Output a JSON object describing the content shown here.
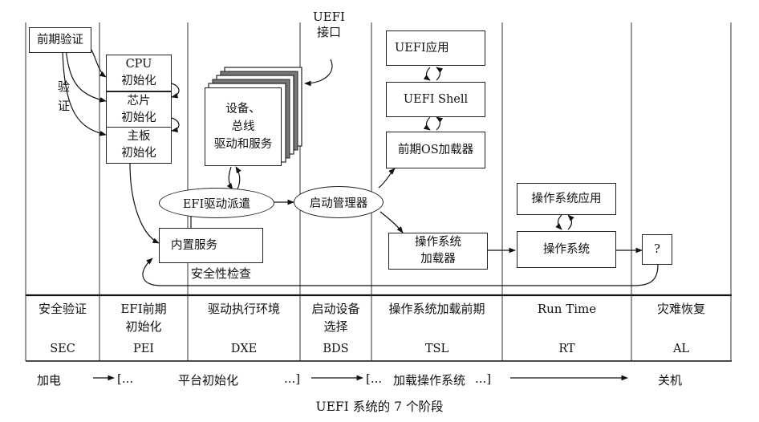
{
  "uefi_interface": {
    "line1": "UEFI",
    "line2": "接口"
  },
  "sec": {
    "pre_verify": "前期验证",
    "verify_1": "验",
    "verify_2": "证"
  },
  "pei": {
    "cpu_1": "CPU",
    "cpu_2": "初始化",
    "chip_1": "芯片",
    "chip_2": "初始化",
    "board_1": "主板",
    "board_2": "初始化"
  },
  "dxe": {
    "drivers_1": "设备、",
    "drivers_2": "总线",
    "drivers_3": "驱动和服务",
    "dispatcher": "EFI驱动派遣",
    "builtin": "内置服务",
    "security": "安全性检查"
  },
  "bds": {
    "boot_manager": "启动管理器"
  },
  "tsl": {
    "uefi_app": "UEFI应用",
    "uefi_shell": "UEFI Shell",
    "pre_os_loader": "前期OS加载器",
    "os_loader_1": "操作系统",
    "os_loader_2": "加载器"
  },
  "rt": {
    "os_app": "操作系统应用",
    "os": "操作系统"
  },
  "al": {
    "unknown": "?"
  },
  "phases": [
    {
      "name": "安全验证",
      "abbr": "SEC"
    },
    {
      "name_1": "EFI前期",
      "name_2": "初始化",
      "abbr": "PEI"
    },
    {
      "name": "驱动执行环境",
      "abbr": "DXE"
    },
    {
      "name_1": "启动设备",
      "name_2": "选择",
      "abbr": "BDS"
    },
    {
      "name": "操作系统加载前期",
      "abbr": "TSL"
    },
    {
      "name": "Run Time",
      "abbr": "RT"
    },
    {
      "name": "灾难恢复",
      "abbr": "AL"
    }
  ],
  "timeline": {
    "power_on": "加电",
    "seg1_start": "[...",
    "platform_init": "平台初始化",
    "seg1_end": "...]",
    "seg2_start": "[... ",
    "load_os": "加载操作系统",
    "seg2_end": " ...]",
    "shutdown": "关机"
  },
  "caption": "UEFI 系统的 7 个阶段"
}
